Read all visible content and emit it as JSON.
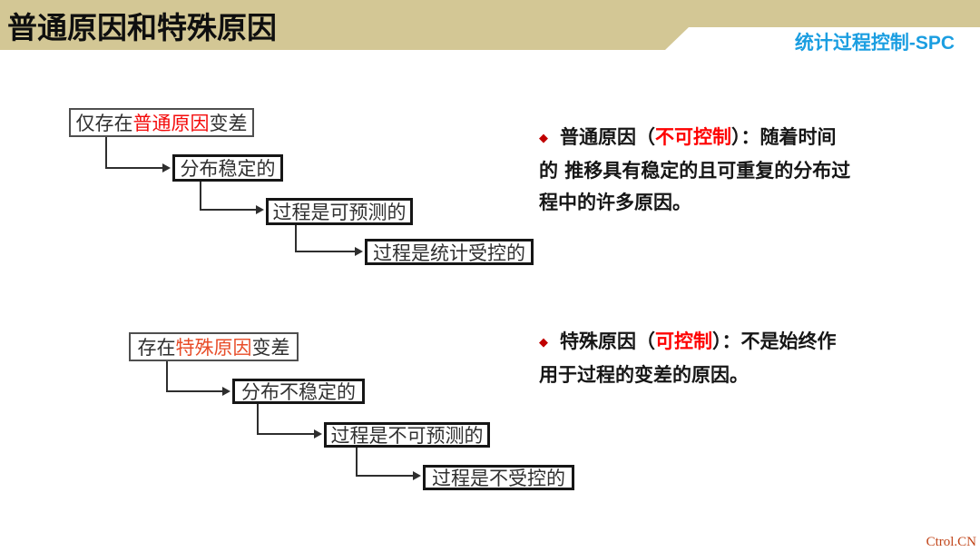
{
  "header": {
    "title": "普通原因和特殊原因",
    "badge": "统计过程控制-SPC",
    "bar_color": "#d3c795",
    "title_color": "#0f0f0f",
    "badge_color": "#1b9ee1"
  },
  "flowcharts": [
    {
      "name": "common-cause-chain",
      "boxes": [
        {
          "segments": [
            {
              "text": "仅存在"
            },
            {
              "text": "普通原因",
              "color": "#f40b0b"
            },
            {
              "text": "变差"
            }
          ]
        },
        {
          "segments": [
            {
              "text": "分布稳定的"
            }
          ]
        },
        {
          "segments": [
            {
              "text": "过程是可预测的"
            }
          ]
        },
        {
          "segments": [
            {
              "text": "过程是统计受控的"
            }
          ]
        }
      ]
    },
    {
      "name": "special-cause-chain",
      "boxes": [
        {
          "segments": [
            {
              "text": "存在"
            },
            {
              "text": "特殊原因",
              "color": "#e84c28"
            },
            {
              "text": "变差"
            }
          ]
        },
        {
          "segments": [
            {
              "text": "分布不稳定的"
            }
          ]
        },
        {
          "segments": [
            {
              "text": "过程是不可预测的"
            }
          ]
        },
        {
          "segments": [
            {
              "text": "过程是不受控的"
            }
          ]
        }
      ]
    }
  ],
  "bullets": [
    {
      "marker": "◆",
      "marker_color": "#c00000",
      "lines": [
        {
          "has_marker": true,
          "segments": [
            {
              "text": "普通原因（"
            },
            {
              "text": "不可控制",
              "color": "#fe0000"
            },
            {
              "text": "）：随着时间"
            }
          ]
        },
        {
          "segments": [
            {
              "text": "的 推移具有稳定的且可重复的分布过"
            }
          ]
        },
        {
          "segments": [
            {
              "text": "程中的许多原因。"
            }
          ]
        }
      ]
    },
    {
      "marker": "◆",
      "marker_color": "#c00000",
      "lines": [
        {
          "has_marker": true,
          "segments": [
            {
              "text": "特殊原因（"
            },
            {
              "text": "可控制",
              "color": "#fe0000"
            },
            {
              "text": "）：不是始终作"
            }
          ]
        },
        {
          "segments": [
            {
              "text": "用于过程的变差的原因。"
            }
          ]
        }
      ]
    }
  ],
  "watermark": {
    "text": "Ctrol.CN",
    "color": "#c14418"
  }
}
